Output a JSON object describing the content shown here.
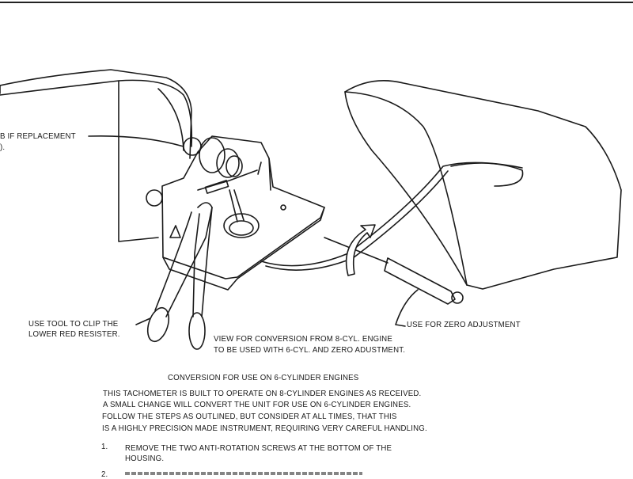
{
  "illustration": {
    "labels": {
      "bulb_line1": "B IF REPLACEMENT",
      "bulb_line2": ").",
      "tool_line1": "USE TOOL TO CLIP THE",
      "tool_line2": "LOWER RED RESISTER.",
      "zero_adjust": "USE FOR ZERO ADJUSTMENT",
      "view_line1": "VIEW FOR CONVERSION FROM 8-CYL. ENGINE",
      "view_line2": "TO BE USED WITH 6-CYL. AND ZERO ADUSTMENT."
    }
  },
  "instructions": {
    "title": "CONVERSION FOR USE ON 6-CYLINDER ENGINES",
    "intro": [
      "THIS TACHOMETER IS BUILT TO OPERATE ON 8-CYLINDER ENGINES AS RECEIVED.",
      "A SMALL CHANGE WILL CONVERT THE UNIT FOR USE ON 6-CYLINDER ENGINES.",
      "FOLLOW THE STEPS AS OUTLINED, BUT CONSIDER AT ALL TIMES, THAT THIS",
      "IS A HIGHLY PRECISION MADE INSTRUMENT, REQUIRING VERY CAREFUL HANDLING."
    ],
    "steps": [
      {
        "number": "1.",
        "line1": "REMOVE THE TWO ANTI-ROTATION SCREWS AT THE BOTTOM OF THE",
        "line2": "HOUSING."
      },
      {
        "number": "2.",
        "line1": "",
        "line2": ""
      }
    ]
  }
}
